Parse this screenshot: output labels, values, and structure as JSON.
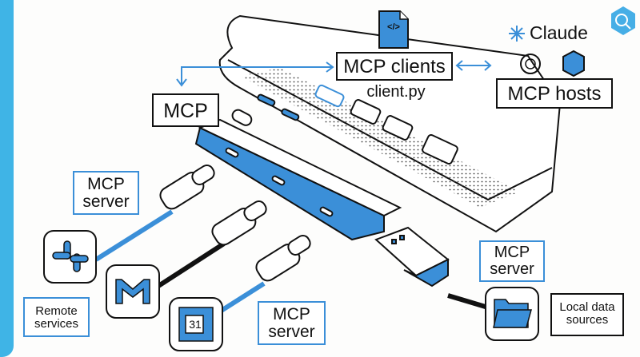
{
  "labels": {
    "mcp": "MCP",
    "mcp_clients": "MCP clients",
    "client_file": "client.py",
    "mcp_hosts": "MCP hosts",
    "claude": "Claude",
    "mcp_server_top": "MCP server",
    "mcp_server_bottom": "MCP server",
    "mcp_server_right": "MCP server",
    "remote_services": "Remote services",
    "local_data_sources": "Local data sources",
    "calendar_day": "31",
    "code_glyph": "</>"
  },
  "icons": [
    "code-file-icon",
    "claude-icon",
    "openai-icon",
    "cube-host-icon",
    "search-badge-icon",
    "slack-icon",
    "gmail-icon",
    "calendar-icon",
    "folder-icon",
    "laptop",
    "usb-hub",
    "usb-c-cable",
    "usb-a-cable"
  ],
  "colors": {
    "accent": "#3b8fd8",
    "sidebar": "#3fb4e6",
    "ink": "#111111"
  }
}
